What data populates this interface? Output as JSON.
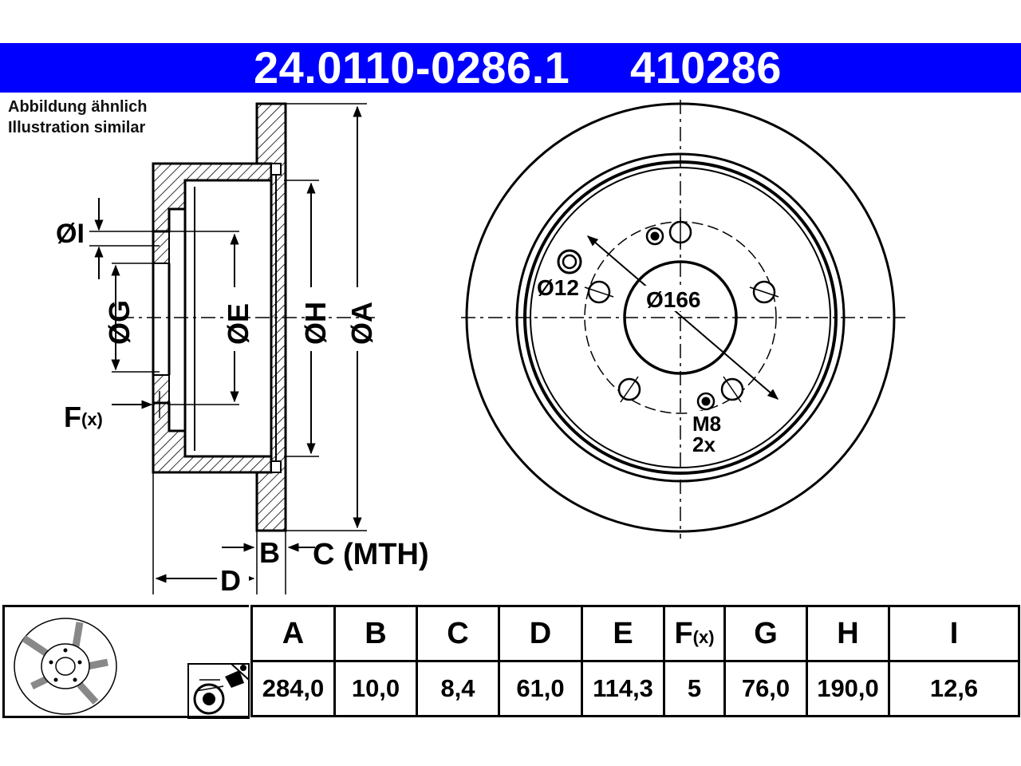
{
  "header": {
    "part_number": "24.0110-0286.1",
    "ref_number": "410286",
    "background": "#0000ff",
    "text_color": "#ffffff"
  },
  "notes": {
    "line1": "Abbildung ähnlich",
    "line2": "Illustration similar"
  },
  "labels": {
    "I": "ØI",
    "G": "ØG",
    "E": "ØE",
    "H": "ØH",
    "A": "ØA",
    "F": "F",
    "F_sub": "(x)",
    "B": "B",
    "C": "C (MTH)",
    "D": "D",
    "bolt_hole": "Ø12",
    "pcd": "Ø166",
    "thread": "M8",
    "thread_count": "2x"
  },
  "spec_table": {
    "headers": [
      "A",
      "B",
      "C",
      "D",
      "E",
      "F",
      "G",
      "H",
      "I"
    ],
    "f_header_sub": "(x)",
    "values": [
      "284,0",
      "10,0",
      "8,4",
      "61,0",
      "114,3",
      "5",
      "76,0",
      "190,0",
      "12,6"
    ]
  },
  "icons": [
    "brake-disc-thumbnail-icon",
    "caliper-coating-icon"
  ]
}
